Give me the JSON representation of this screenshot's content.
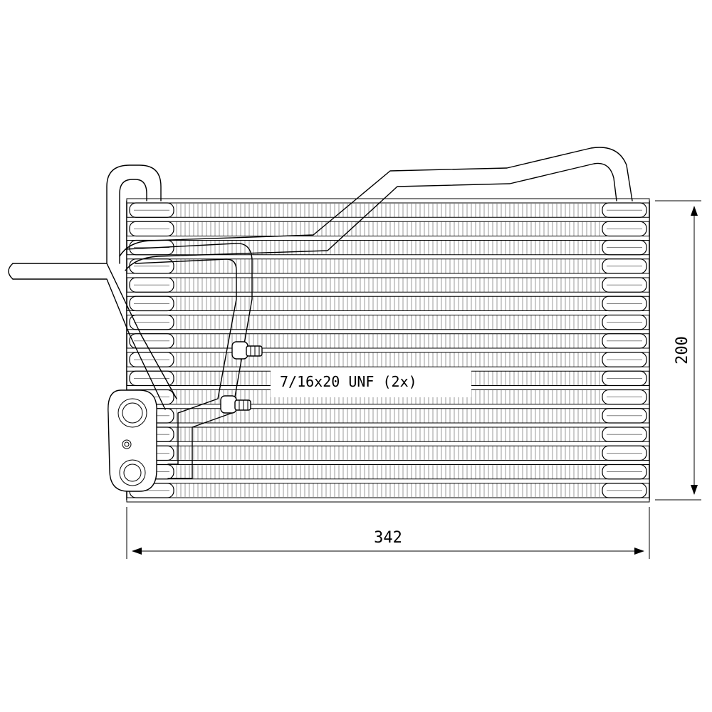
{
  "dimensions": {
    "width_label": "342",
    "height_label": "200"
  },
  "annotation": {
    "thread_spec": "7/16x20 UNF (2x)"
  },
  "colors": {
    "line": "#000000",
    "fin": "#555555",
    "background": "#ffffff"
  }
}
